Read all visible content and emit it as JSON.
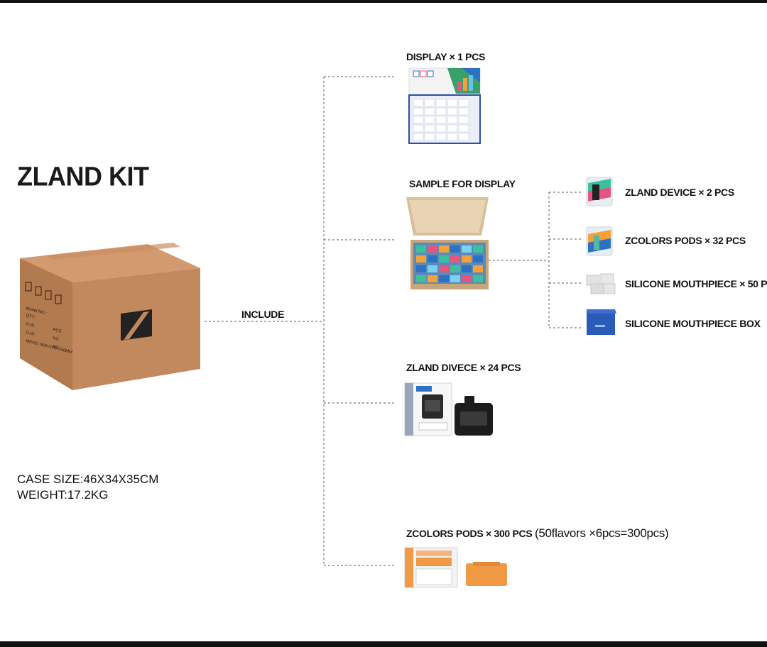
{
  "title": "ZLAND KIT",
  "case_size": "CASE SIZE:46X34X35CM",
  "weight": "WEIGHT:17.2KG",
  "include_label": "INCLUDE",
  "items": {
    "display": "DISPLAY × 1 PCS",
    "sample": "SAMPLE FOR DISPLAY",
    "device": "ZLAND DIVECE × 24 PCS",
    "pods": "ZCOLORS PODS × 300 PCS",
    "pods_note": "(50flavors ×6pcs=300pcs)"
  },
  "sample_items": {
    "device": "ZLAND DEVICE × 2 PCS",
    "pods": "ZCOLORS PODS × 32 PCS",
    "mouthpiece": "SILICONE MOUTHPIECE × 50 P",
    "box": "SILICONE MOUTHPIECE BOX"
  },
  "carton_labels": {
    "model": "Model NO.:",
    "qty": "QTY:",
    "nw": "N.W:",
    "gw": "G.W:",
    "meas": "MEAS: 460×340×350MM",
    "pcs": "PCS",
    "kg1": "KG",
    "kg2": "KG"
  },
  "colors": {
    "carton_front": "#c3895e",
    "carton_side": "#b27a4f",
    "carton_top": "#d29a6e",
    "line": "#7a7a7a",
    "blue_box": "#2a5bb8",
    "orange_pod": "#f09a45"
  }
}
